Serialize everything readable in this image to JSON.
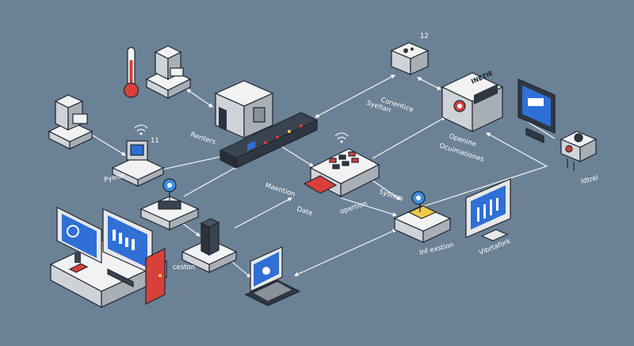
{
  "labels": {
    "number_11": "11",
    "number_12": "12",
    "renters": "Renters",
    "pyelor": "Pyelor",
    "conentice_line1": "Conentice",
    "conentice_line2": "Syeltan",
    "openine_line1": "Openine",
    "openine_line2": "Ocuimationes",
    "ldtrel": "ldtrel",
    "mention_line1": "Maention",
    "mention_line2": "Date",
    "systers": "Systers",
    "opertion": "opertion",
    "inf_exstion": "Inf exstion",
    "vibrtafork": "Vibrtafork",
    "ceston": "ceston",
    "panel_brand": "INETIE"
  },
  "colors": {
    "background": "#6b8195",
    "device_light": "#f2f2f2",
    "device_mid": "#cfd3d8",
    "device_dark": "#a9afb7",
    "outline": "#1e2530",
    "screen_blue": "#2f6fd6",
    "accent_red": "#d8403a",
    "accent_yellow": "#f0c94a",
    "link_line": "#ffffff"
  },
  "icons": [
    "thermometer-icon",
    "wifi-icon",
    "location-pin-icon",
    "monitor-icon",
    "router-icon",
    "server-icon",
    "keypad-icon",
    "joystick-icon",
    "keyboard-icon",
    "tablet-icon",
    "red-door-icon",
    "power-button-icon"
  ]
}
